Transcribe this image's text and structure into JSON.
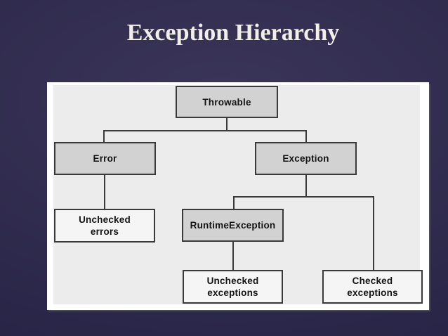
{
  "slide": {
    "title": "Exception Hierarchy"
  },
  "colors": {
    "bg-mid": "#3b3659",
    "bg-edge": "#272345",
    "title-color": "#f2efe9",
    "panel-bg": "#ffffff",
    "panel-shadow": "#4b4a5e",
    "diagram-bg": "#ececec",
    "node-gray": "#d2d2d2",
    "node-white": "#f5f5f5",
    "line-color": "#3a3a3a"
  },
  "diagram": {
    "nodes": {
      "throwable": {
        "label": "Throwable",
        "lines": [
          "Throwable"
        ],
        "fill": "gray"
      },
      "error": {
        "label": "Error",
        "lines": [
          "Error"
        ],
        "fill": "gray"
      },
      "exception": {
        "label": "Exception",
        "lines": [
          "Exception"
        ],
        "fill": "gray"
      },
      "unchecked_errors": {
        "label": "Unchecked errors",
        "lines": [
          "Unchecked",
          "errors"
        ],
        "fill": "white"
      },
      "runtime_exception": {
        "label": "RuntimeException",
        "lines": [
          "RuntimeException"
        ],
        "fill": "gray"
      },
      "unchecked_exceptions": {
        "label": "Unchecked exceptions",
        "lines": [
          "Unchecked",
          "exceptions"
        ],
        "fill": "white"
      },
      "checked_exceptions": {
        "label": "Checked exceptions",
        "lines": [
          "Checked",
          "exceptions"
        ],
        "fill": "white"
      }
    },
    "edges": [
      {
        "from": "Throwable",
        "to": "Error"
      },
      {
        "from": "Throwable",
        "to": "Exception"
      },
      {
        "from": "Error",
        "to": "Unchecked errors"
      },
      {
        "from": "Exception",
        "to": "RuntimeException"
      },
      {
        "from": "Exception",
        "to": "Checked exceptions"
      },
      {
        "from": "RuntimeException",
        "to": "Unchecked exceptions"
      }
    ]
  }
}
